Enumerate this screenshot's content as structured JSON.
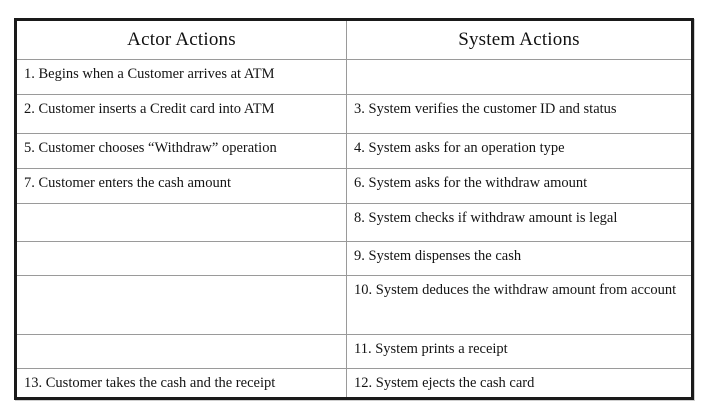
{
  "document": {
    "title": "ATM Withdraw Use Case Table",
    "background_color": "#ffffff",
    "border_color": "#1a1a1a",
    "gridline_color": "#9a9a9a",
    "text_color": "#141414"
  },
  "table": {
    "columns": [
      {
        "key": "actor",
        "header": "Actor Actions"
      },
      {
        "key": "system",
        "header": "System Actions"
      }
    ],
    "rows": [
      {
        "actor": "1. Begins when a Customer arrives at ATM",
        "system": ""
      },
      {
        "actor": "2. Customer inserts a Credit card into ATM",
        "system": "3. System verifies the customer ID and status"
      },
      {
        "actor": "5. Customer chooses  “Withdraw” operation",
        "system": "4. System asks for an operation type"
      },
      {
        "actor": "7. Customer enters the cash amount",
        "system": "6. System asks for the withdraw amount"
      },
      {
        "actor": "",
        "system": "8. System checks if withdraw amount is legal"
      },
      {
        "actor": "",
        "system": "9. System dispenses the cash"
      },
      {
        "actor": "",
        "system": "10. System deduces the withdraw amount from account"
      },
      {
        "actor": "",
        "system": "11. System prints a receipt"
      },
      {
        "actor": "13. Customer takes the cash and the receipt",
        "system": "12. System ejects the cash card"
      }
    ]
  }
}
